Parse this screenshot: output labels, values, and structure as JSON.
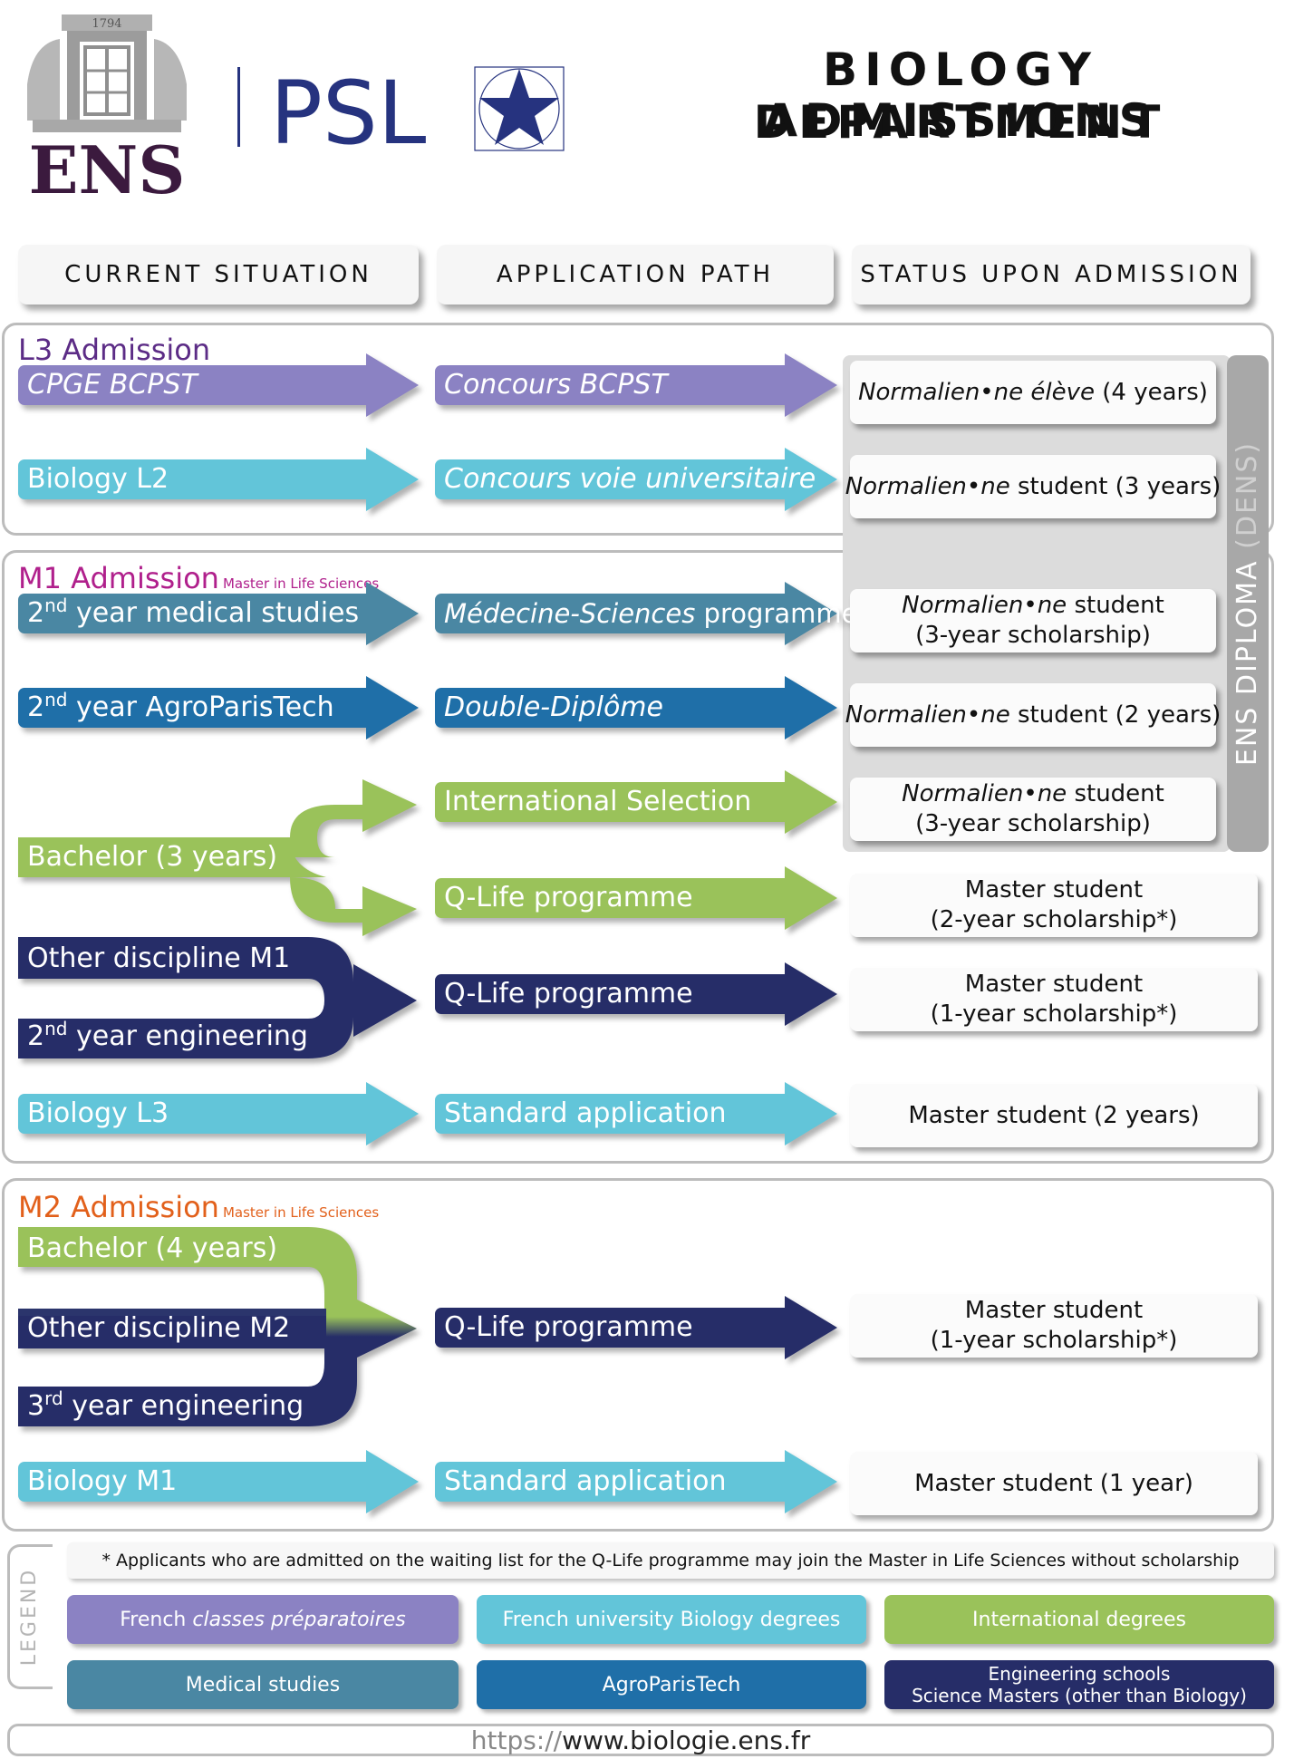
{
  "header": {
    "logo_year": "1794",
    "logo_ens": "ENS",
    "logo_psl": "PSL",
    "title_line1": "BIOLOGY DEPARTMENT",
    "title_line2": "ADMISSIONS"
  },
  "columns": [
    "CURRENT SITUATION",
    "APPLICATION PATH",
    "STATUS UPON ADMISSION"
  ],
  "colors": {
    "prepa": "#8b82c3",
    "univ": "#62c5d9",
    "intl": "#9ac25a",
    "medical": "#4a87a3",
    "agro": "#1f6fa8",
    "eng": "#262d68",
    "l3_title": "#5c2c86",
    "m1_title": "#b0208c",
    "m2_title": "#e2601b"
  },
  "l3": {
    "title": "L3 Admission",
    "rows": [
      {
        "situation": "CPGE BCPST",
        "path": "Concours BCPST",
        "status_it": "Normalien•ne élève",
        "status_rest": " (4 years)"
      },
      {
        "situation": "Biology L2",
        "path": "Concours voie universitaire",
        "status_it": "Normalien•ne",
        "status_rest": " student (3 years)"
      }
    ]
  },
  "m1": {
    "title": "M1 Admission",
    "subtitle": "Master in Life Sciences",
    "medical": {
      "pre": "2",
      "sup": "nd",
      "post": " year medical studies",
      "path_it": "Médecine-Sciences",
      "path_rest": " programme",
      "status_it": "Normalien•ne",
      "status_rest": " student",
      "status_line2": "(3-year scholarship)"
    },
    "agro": {
      "pre": "2",
      "sup": "nd",
      "post": " year AgroParisTech",
      "path": "Double-Diplôme",
      "status_it": "Normalien•ne",
      "status_rest": " student (2 years)"
    },
    "bachelor": "Bachelor (3 years)",
    "intl_path": "International Selection",
    "intl_status_it": "Normalien•ne",
    "intl_status_rest": " student",
    "intl_status_line2": "(3-year scholarship)",
    "qlife_green_path": "Q-Life programme",
    "qlife_green_status1": "Master student",
    "qlife_green_status2": "(2-year scholarship*)",
    "other": "Other discipline M1",
    "eng": {
      "pre": "2",
      "sup": "nd",
      "post": " year engineering"
    },
    "qlife_navy_path": "Q-Life programme",
    "qlife_navy_status1": "Master student",
    "qlife_navy_status2": "(1-year scholarship*)",
    "bio_l3": "Biology L3",
    "standard_path": "Standard application",
    "standard_status": "Master student (2 years)"
  },
  "diploma": {
    "main": "ENS DIPLOMA",
    "sub": "(DENS)"
  },
  "m2": {
    "title": "M2 Admission",
    "subtitle": "Master in Life Sciences",
    "bachelor4": "Bachelor (4 years)",
    "other": "Other discipline M2",
    "eng": {
      "pre": "3",
      "sup": "rd",
      "post": " year engineering"
    },
    "qlife_path": "Q-Life programme",
    "qlife_status1": "Master student",
    "qlife_status2": "(1-year scholarship*)",
    "bio_m1": "Biology M1",
    "standard_path": "Standard application",
    "standard_status": "Master student (1 year)"
  },
  "legend": {
    "label": "LEGEND",
    "note": "* Applicants who are admitted on the waiting list for the Q-Life programme may join the Master in Life Sciences without scholarship",
    "items": {
      "prepa_pre": "French ",
      "prepa_it": "classes préparatoires",
      "univ": "French university Biology degrees",
      "intl": "International degrees",
      "medical": "Medical studies",
      "agro": "AgroParisTech",
      "eng1": "Engineering schools",
      "eng2": "Science Masters (other than Biology)"
    }
  },
  "footer": {
    "url_prefix": "https://",
    "url_main": "www.biologie.ens.fr"
  }
}
